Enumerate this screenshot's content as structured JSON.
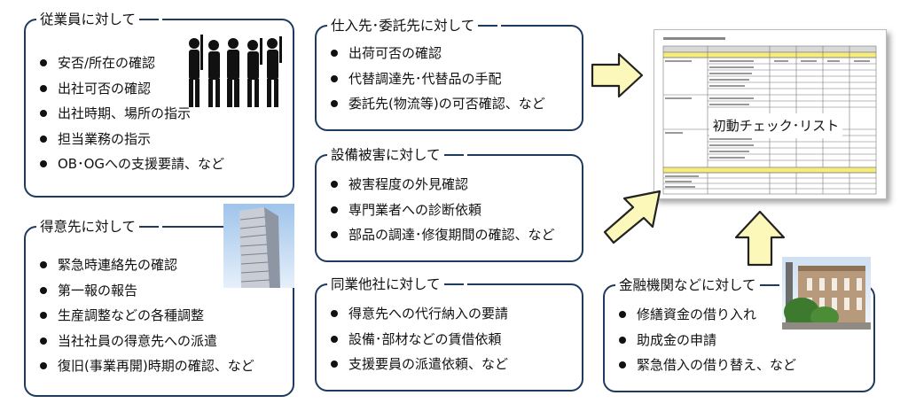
{
  "boxes": {
    "employees": {
      "title": "従業員に対して",
      "items": [
        "安否/所在の確認",
        "出社可否の確認",
        "出社時期、場所の指示",
        "担当業務の指示",
        "OB･OGへの支援要請、など"
      ]
    },
    "customers": {
      "title": "得意先に対して",
      "items": [
        "緊急時連絡先の確認",
        "第一報の報告",
        "生産調整などの各種調整",
        "当社社員の得意先への派遣",
        "復旧(事業再開)時期の確認、など"
      ]
    },
    "suppliers": {
      "title": "仕入先･委託先に対して",
      "items": [
        "出荷可否の確認",
        "代替調達先･代替品の手配",
        "委託先(物流等)の可否確認、など"
      ]
    },
    "equipment": {
      "title": "設備被害に対して",
      "items": [
        "被害程度の外見確認",
        "専門業者への診断依頼",
        "部品の調達･修復期間の確認、など"
      ]
    },
    "peers": {
      "title": "同業他社に対して",
      "items": [
        "得意先への代行納入の要請",
        "設備･部材などの賃借依頼",
        "支援要員の派遣依頼、など"
      ]
    },
    "finance": {
      "title": "金融機関などに対して",
      "items": [
        "修繕資金の借り入れ",
        "助成金の申請",
        "緊急借入の借り替え、など"
      ]
    }
  },
  "checklist": {
    "label": "初動チェック･リスト"
  },
  "colors": {
    "border": "#1f3a5f",
    "arrow_fill": "#fbf8b9",
    "arrow_stroke": "#222222"
  }
}
